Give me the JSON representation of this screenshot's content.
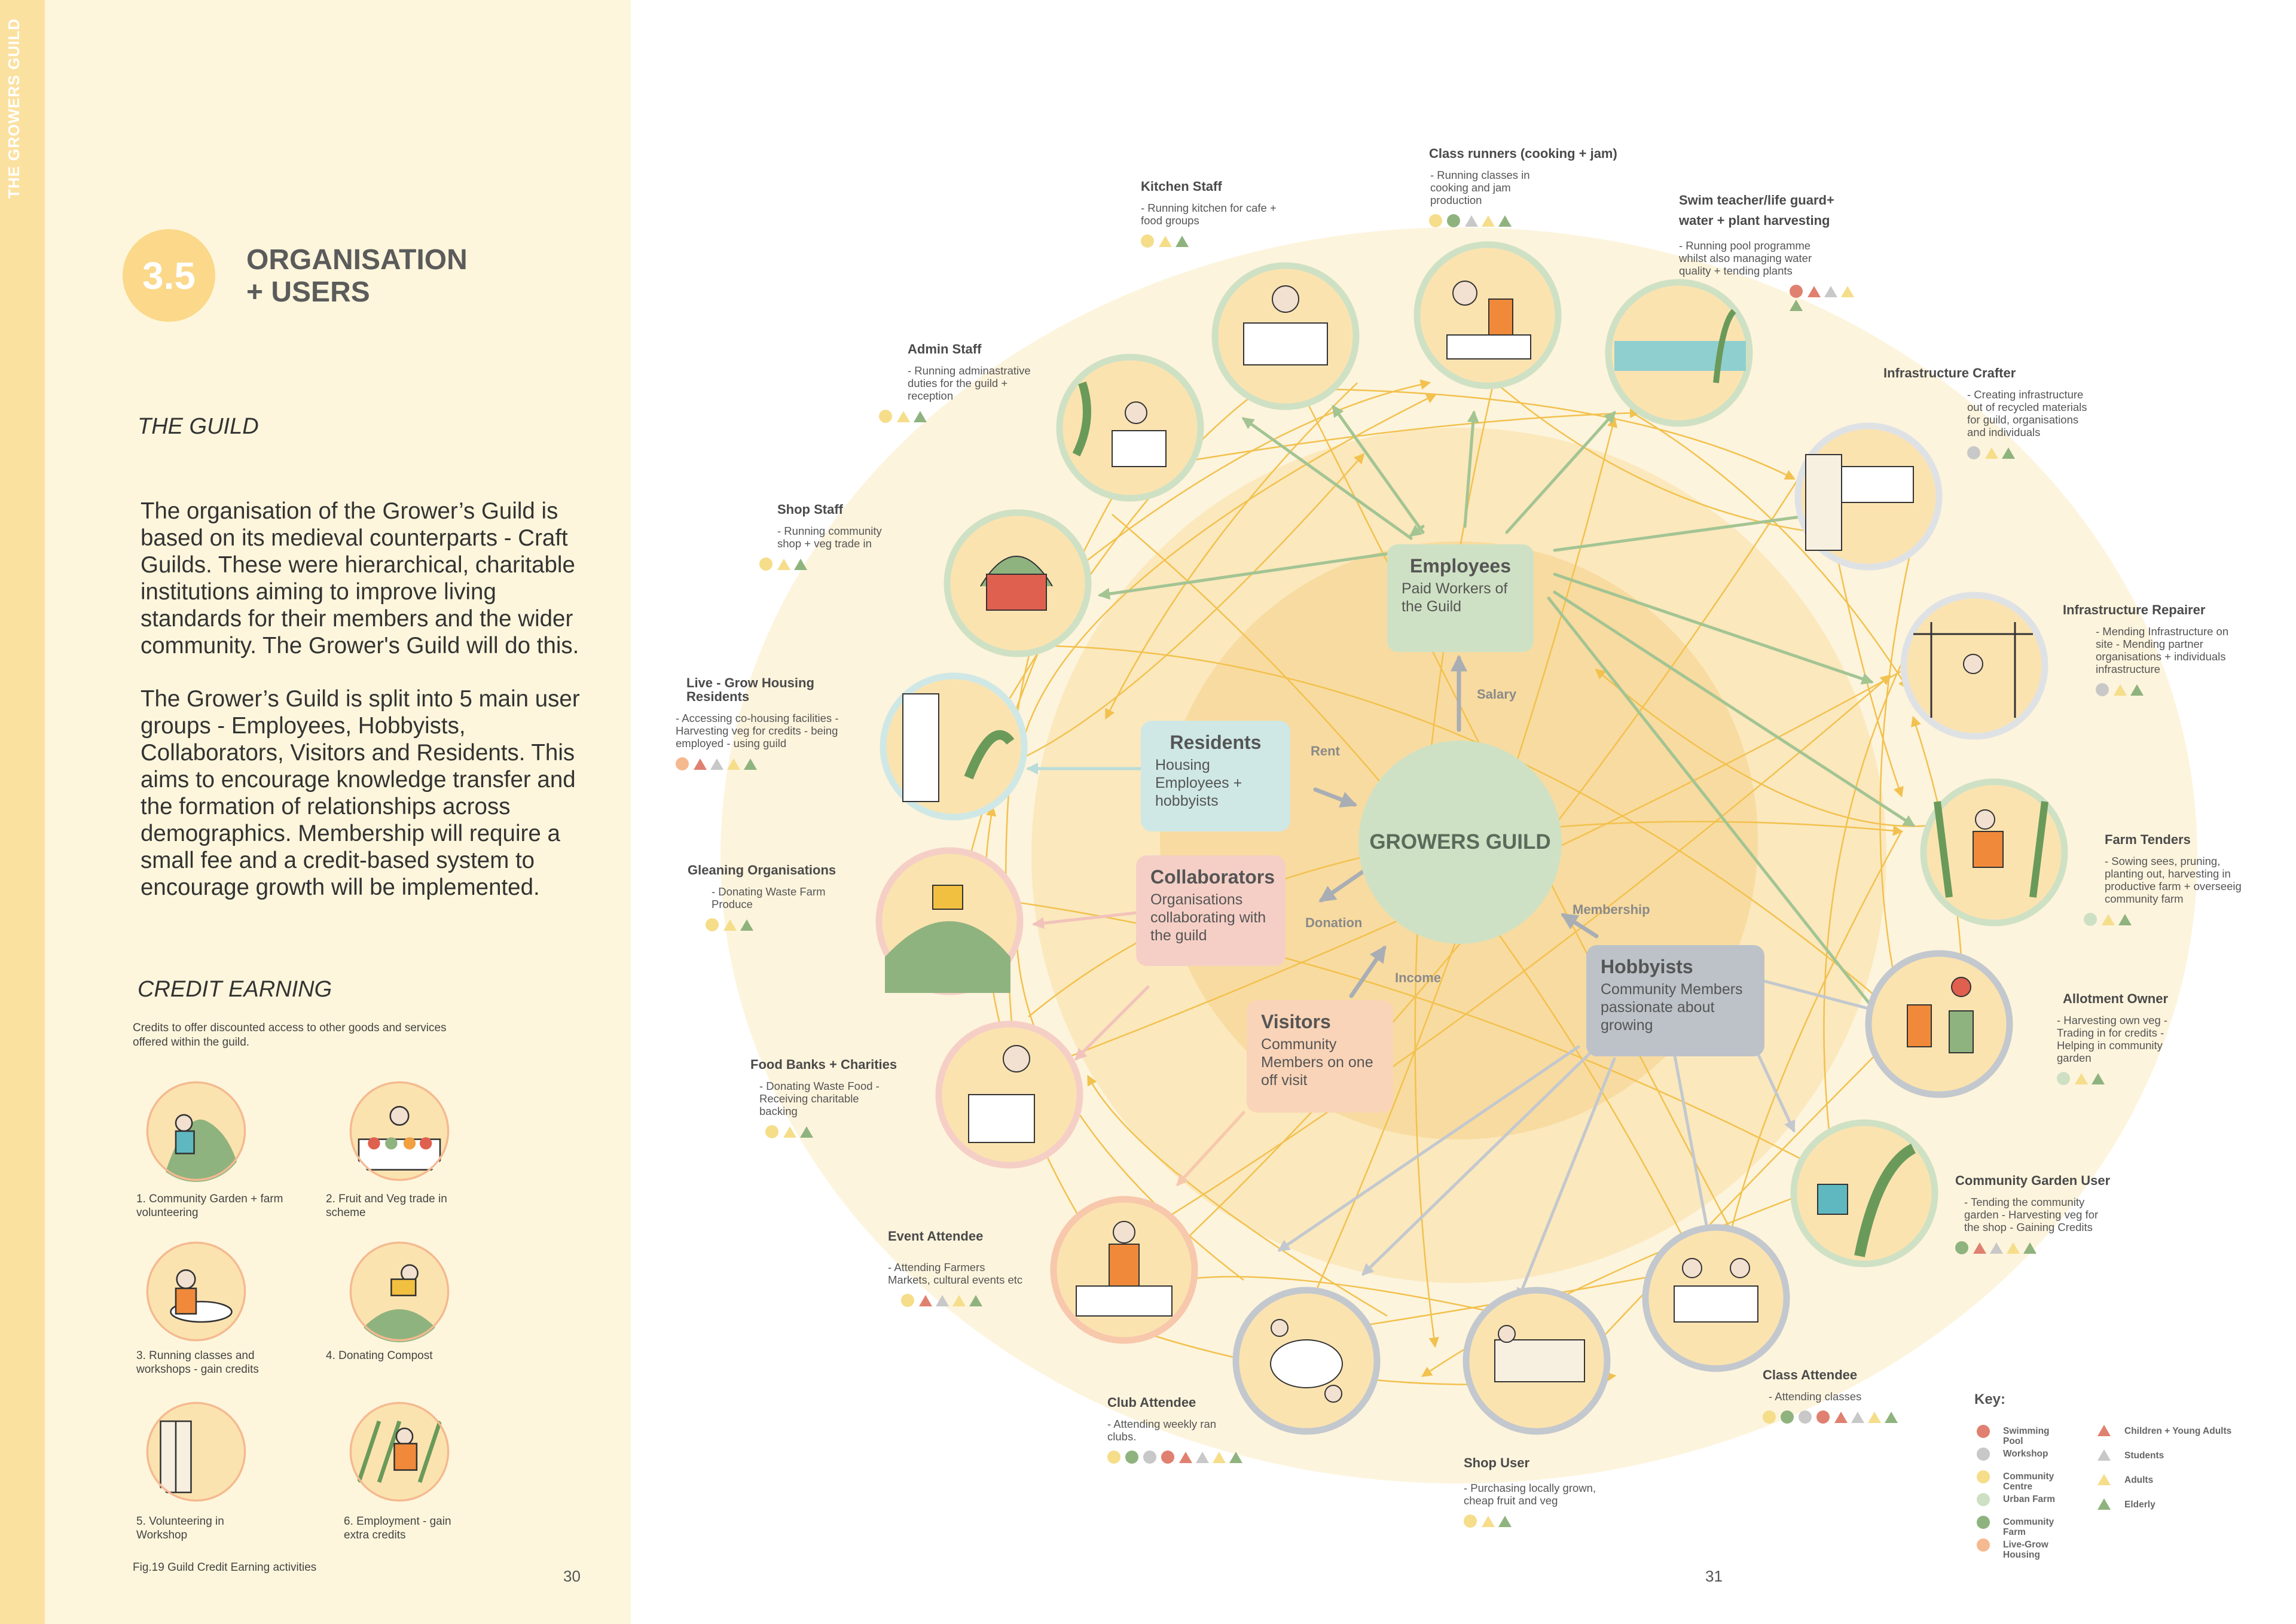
{
  "spine_title": "THE GROWERS GUILD",
  "section": {
    "number": "3.5",
    "title_line1": "ORGANISATION",
    "title_line2": "+ USERS"
  },
  "guild_heading": "THE GUILD",
  "paragraph1": "The organisation of the Grower’s Guild is based on its medieval counterparts - Craft Guilds. These were hierarchical, charitable institutions aiming to improve living standards for their members and the wider community. The Grower's Guild will do this.",
  "paragraph2": "The Grower’s Guild is split into 5 main user groups - Employees, Hobbyists, Collaborators, Visitors and Residents. This aims to encourage knowledge transfer and the formation of relationships across demographics. Membership will require a small fee and a credit-based system to encourage growth will be implemented.",
  "credit_heading": "CREDIT EARNING",
  "credit_desc": "Credits to offer discounted access to other goods and services offered within the guild.",
  "activities": [
    "1. Community Garden + farm volunteering",
    "2. Fruit and Veg trade in scheme",
    "3. Running classes and workshops - gain credits",
    "4. Donating Compost",
    "5. Volunteering in Workshop",
    "6. Employment - gain extra credits"
  ],
  "figure_caption": "Fig.19 Guild Credit Earning activities",
  "page_left": "30",
  "page_right": "31",
  "core": "GROWERS GUILD",
  "groups": {
    "employees": {
      "title": "Employees",
      "desc": "Paid Workers of the Guild"
    },
    "residents": {
      "title": "Residents",
      "desc": "Housing Employees + hobbyists"
    },
    "collaborators": {
      "title": "Collaborators",
      "desc": "Organisations collaborating with the guild"
    },
    "visitors": {
      "title": "Visitors",
      "desc": "Community Members on one off visit"
    },
    "hobbyists": {
      "title": "Hobbyists",
      "desc": "Community Members passionate about growing"
    }
  },
  "flows": {
    "salary": "Salary",
    "rent": "Rent",
    "donation": "Donation",
    "income": "Income",
    "membership": "Membership"
  },
  "users": [
    {
      "name": "Kitchen Staff",
      "desc": "- Running kitchen for cafe + food groups",
      "dots": [
        "#f5dd8a"
      ],
      "tris": [
        "#f5dd8a",
        "#8fb37e"
      ]
    },
    {
      "name": "Class runners (cooking + jam)",
      "desc": "- Running classes in cooking and jam production",
      "dots": [
        "#f5dd8a",
        "#8fb37e"
      ],
      "tris": [
        "#c8c8c8",
        "#f5dd8a",
        "#8fb37e"
      ]
    },
    {
      "name": "Swim teacher/life guard+ water + plant harvesting",
      "desc": "- Running pool programme whilst also managing water quality + tending plants",
      "dots": [
        "#e08070"
      ],
      "tris": [
        "#e08070",
        "#c8c8c8",
        "#f5dd8a",
        "#8fb37e"
      ]
    },
    {
      "name": "Admin Staff",
      "desc": "- Running adminastrative duties for the guild + reception",
      "dots": [
        "#f5dd8a"
      ],
      "tris": [
        "#f5dd8a",
        "#8fb37e"
      ]
    },
    {
      "name": "Infrastructure Crafter",
      "desc": "- Creating infrastructure out of recycled materials for guild, organisations and individuals",
      "dots": [
        "#c8c8c8"
      ],
      "tris": [
        "#f5dd8a",
        "#8fb37e"
      ]
    },
    {
      "name": "Shop Staff",
      "desc": "- Running community shop + veg trade in",
      "dots": [
        "#f5dd8a"
      ],
      "tris": [
        "#f5dd8a",
        "#8fb37e"
      ]
    },
    {
      "name": "Infrastructure Repairer",
      "desc": "- Mending Infrastructure on site - Mending partner organisations + individuals infrastructure",
      "dots": [
        "#c8c8c8"
      ],
      "tris": [
        "#f5dd8a",
        "#8fb37e"
      ]
    },
    {
      "name": "Live - Grow Housing Residents",
      "desc": "- Accessing co-housing facilities - Harvesting veg for credits - being employed - using guild",
      "dots": [
        "#f5b990"
      ],
      "tris": [
        "#e08070",
        "#c8c8c8",
        "#f5dd8a",
        "#8fb37e"
      ]
    },
    {
      "name": "Farm Tenders",
      "desc": "- Sowing sees, pruning, planting out, harvesting in productive farm + overseeig community farm",
      "dots": [
        "#cde0c4"
      ],
      "tris": [
        "#f5dd8a",
        "#8fb37e"
      ]
    },
    {
      "name": "Gleaning Organisations",
      "desc": "- Donating Waste Farm Produce",
      "dots": [
        "#f5dd8a"
      ],
      "tris": [
        "#f5dd8a",
        "#8fb37e"
      ]
    },
    {
      "name": "Allotment Owner",
      "desc": "- Harvesting own veg - Trading in for credits - Helping in community garden",
      "dots": [
        "#cde0c4"
      ],
      "tris": [
        "#f5dd8a",
        "#8fb37e"
      ]
    },
    {
      "name": "Food Banks + Charities",
      "desc": "- Donating Waste Food - Receiving charitable backing",
      "dots": [
        "#f5dd8a"
      ],
      "tris": [
        "#f5dd8a",
        "#8fb37e"
      ]
    },
    {
      "name": "Community Garden User",
      "desc": "- Tending the community garden - Harvesting veg for the shop - Gaining Credits",
      "dots": [
        "#8fb37e"
      ],
      "tris": [
        "#e08070",
        "#c8c8c8",
        "#f5dd8a",
        "#8fb37e"
      ]
    },
    {
      "name": "Event Attendee",
      "desc": "- Attending Farmers Markets, cultural events etc",
      "dots": [
        "#f5dd8a"
      ],
      "tris": [
        "#e08070",
        "#c8c8c8",
        "#f5dd8a",
        "#8fb37e"
      ]
    },
    {
      "name": "Class Attendee",
      "desc": "- Attending classes",
      "dots": [
        "#f5dd8a",
        "#8fb37e",
        "#c8c8c8",
        "#e08070"
      ],
      "tris": [
        "#e08070",
        "#c8c8c8",
        "#f5dd8a",
        "#8fb37e"
      ]
    },
    {
      "name": "Club Attendee",
      "desc": "- Attending weekly ran clubs.",
      "dots": [
        "#f5dd8a",
        "#8fb37e",
        "#c8c8c8",
        "#e08070"
      ],
      "tris": [
        "#e08070",
        "#c8c8c8",
        "#f5dd8a",
        "#8fb37e"
      ]
    },
    {
      "name": "Shop User",
      "desc": "- Purchasing locally grown, cheap fruit and veg",
      "dots": [
        "#f5dd8a"
      ],
      "tris": [
        "#f5dd8a",
        "#8fb37e"
      ]
    }
  ],
  "key": {
    "title": "Key:",
    "places": [
      {
        "label": "Swimming Pool",
        "color": "#e08070"
      },
      {
        "label": "Workshop",
        "color": "#c8c8c8"
      },
      {
        "label": "Community Centre",
        "color": "#f5dd8a"
      },
      {
        "label": "Urban Farm",
        "color": "#cde0c4"
      },
      {
        "label": "Community Farm",
        "color": "#8fb37e"
      },
      {
        "label": "Live-Grow Housing",
        "color": "#f5b990"
      }
    ],
    "ages": [
      {
        "label": "Children + Young Adults",
        "color": "#e08070"
      },
      {
        "label": "Students",
        "color": "#c8c8c8"
      },
      {
        "label": "Adults",
        "color": "#f5dd8a"
      },
      {
        "label": "Elderly",
        "color": "#8fb37e"
      }
    ]
  },
  "colors": {
    "employees": "#cfe1c4",
    "residents": "#cfe8e6",
    "collaborators": "#f5cfc6",
    "visitors": "#f9d4b8",
    "hobbyists": "#bcc2c8",
    "connector": "#f2c14e"
  }
}
